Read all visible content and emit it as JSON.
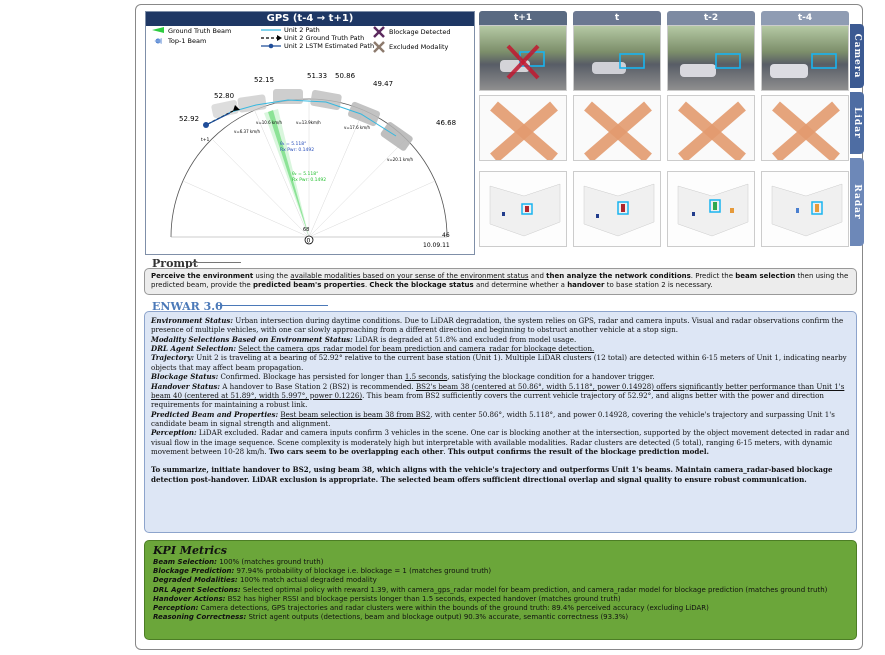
{
  "gps": {
    "title": "GPS (t-4 → t+1)",
    "legend": {
      "ground_truth_beam": "Ground Truth Beam",
      "top1_beam": "Top-1 Beam",
      "unit2_path": "Unit 2 Path",
      "unit2_gt_path": "Unit 2 Ground Truth Path",
      "unit2_lstm": "Unit 2 LSTM Estimated Path",
      "blockage_detected": "Blockage Detected",
      "excluded_modality": "Excluded Modality"
    },
    "beam_angles": [
      "52.92",
      "52.80",
      "52.15",
      "51.33",
      "50.86",
      "49.47",
      "46.68"
    ],
    "speeds": [
      "v=6.37 km/h",
      "v=10.6 km/h",
      "v=13.9km/h",
      "v=17.6 km/h",
      "v=20.1 km/h"
    ],
    "bs1_annotation": [
      "θ₁ = 5.118°",
      "Rx Pwr: 0.1492"
    ],
    "bs2_annotation": [
      "θ₂ = 5.118°",
      "Rx Pwr: 0.1492"
    ],
    "t1_label": "t+1",
    "center_label": "68",
    "bottom_right_label": "46",
    "bottom_right_label2": "10.09.11",
    "origin_label": "0"
  },
  "grid": {
    "columns": [
      "t+1",
      "t",
      "t-2",
      "t-4"
    ],
    "column_colors": [
      "#5a6a82",
      "#6b7891",
      "#7d8aa2",
      "#8f9cb3"
    ],
    "rows": [
      "Camera",
      "Lidar",
      "Radar"
    ]
  },
  "prompt": {
    "tag": "Prompt",
    "segments": [
      {
        "t": "Perceive the environment",
        "s": "b"
      },
      {
        "t": " using the ",
        "s": ""
      },
      {
        "t": "available modalities based on your sense of the environment status",
        "s": "u"
      },
      {
        "t": " and ",
        "s": ""
      },
      {
        "t": "then analyze the network conditions",
        "s": "b"
      },
      {
        "t": ". Predict the ",
        "s": ""
      },
      {
        "t": "beam selection",
        "s": "b"
      },
      {
        "t": " then using the predicted beam, provide the ",
        "s": ""
      },
      {
        "t": "predicted beam's properties",
        "s": "b"
      },
      {
        "t": ". ",
        "s": ""
      },
      {
        "t": "Check the blockage status",
        "s": "b"
      },
      {
        "t": " and determine whether a ",
        "s": ""
      },
      {
        "t": "handover",
        "s": "b"
      },
      {
        "t": " to base station 2 is necessary.",
        "s": ""
      }
    ]
  },
  "enwar": {
    "tag": "ENWAR 3.0",
    "paragraphs": [
      [
        {
          "t": "Environment Status:",
          "s": "lbl"
        },
        {
          "t": " Urban intersection during daytime conditions. Due to LiDAR degradation, the system relies on GPS, radar and camera inputs. Visual and radar observations confirm the presence of multiple vehicles, with one car slowly approaching from a different direction and beginning to obstruct another vehicle at a stop sign.",
          "s": ""
        }
      ],
      [
        {
          "t": "Modality Selections Based on Environment Status:",
          "s": "lbl"
        },
        {
          "t": " LiDAR is degraded at 51.8% and excluded from model usage.",
          "s": ""
        }
      ],
      [
        {
          "t": "DRL Agent Selection:",
          "s": "lbl"
        },
        {
          "t": " ",
          "s": ""
        },
        {
          "t": "Select the camera_gps_radar model for beam prediction and camera_radar for blockage detection.",
          "s": "u"
        }
      ],
      [
        {
          "t": "Trajectory:",
          "s": "lbl"
        },
        {
          "t": " Unit 2 is traveling at a bearing of 52.92° relative to the current base station (Unit 1). Multiple LiDAR clusters (12 total) are detected within 6-15 meters of Unit 1, indicating nearby objects that may affect beam propagation.",
          "s": ""
        }
      ],
      [
        {
          "t": "Blockage Status:",
          "s": "lbl"
        },
        {
          "t": " Confirmed. Blockage has persisted for longer than ",
          "s": ""
        },
        {
          "t": "1.5 seconds",
          "s": "u"
        },
        {
          "t": ", satisfying the blockage condition for a handover trigger.",
          "s": ""
        }
      ],
      [
        {
          "t": "Handover Status:",
          "s": "lbl"
        },
        {
          "t": " A handover to Base Station 2 (BS2) is recommended. ",
          "s": ""
        },
        {
          "t": "BS2's beam 38 (centered at 50.86°, width 5.118°, power 0.14928) offers significantly better performance than Unit 1's beam 40 (centered at 51.89°, width 5.997°, power 0.1226)",
          "s": "u"
        },
        {
          "t": ". This beam from BS2 sufficiently covers the current vehicle trajectory of 52.92°, and aligns better with the power and direction requirements for maintaining a robust link.",
          "s": ""
        }
      ],
      [
        {
          "t": "Predicted Beam and Properties:",
          "s": "lbl"
        },
        {
          "t": " ",
          "s": ""
        },
        {
          "t": "Best beam selection is beam 38 from BS2",
          "s": "u"
        },
        {
          "t": ", with center 50.86°, width 5.118°, and power 0.14928, covering the vehicle's trajectory and surpassing Unit 1's candidate beam in signal strength and alignment.",
          "s": ""
        }
      ],
      [
        {
          "t": "Perception:",
          "s": "lbl"
        },
        {
          "t": " LiDAR excluded. Radar and camera inputs confirm 3 vehicles in the scene. One car is blocking another at the intersection, supported by the object movement detected in radar and visual flow in the image sequence. Scene complexity is moderately high but interpretable with available modalities. Radar clusters are detected (5 total), ranging 6-15 meters, with dynamic movement between 10-28 km/h. ",
          "s": ""
        },
        {
          "t": "Two cars seem to be overlapping each other",
          "s": "b"
        },
        {
          "t": ". ",
          "s": ""
        },
        {
          "t": "This output confirms the result of the blockage prediction model.",
          "s": "b"
        }
      ]
    ],
    "summary": "To summarize, initiate handover to BS2, using beam 38, which aligns with the vehicle's trajectory and outperforms Unit 1's beams. Maintain camera_radar-based blockage detection post-handover. LiDAR exclusion is appropriate. The selected beam offers sufficient directional overlap and signal quality to ensure robust communication."
  },
  "kpi": {
    "title": "KPI Metrics",
    "items": [
      {
        "label": "Beam Selection:",
        "text": " 100% (matches ground truth)"
      },
      {
        "label": "Blockage Prediction:",
        "text": " 97.94% probability of blockage i.e. blockage = 1 (matches ground truth)"
      },
      {
        "label": "Degraded Modalities:",
        "text": " 100% match actual degraded modality"
      },
      {
        "label": "DRL Agent Selections:",
        "text": " Selected optimal policy with reward 1.39, with camera_gps_radar model for beam prediction, and camera_radar model for blockage prediction (matches ground truth)"
      },
      {
        "label": "Handover Actions:",
        "text": " BS2 has higher RSSI and blockage persists longer than 1.5 seconds, expected handover (matches ground truth)"
      },
      {
        "label": "Perception:",
        "text": " Camera detections, GPS trajectories and radar clusters were within the bounds of the ground truth: 89.4% perceived accuracy (excluding LiDAR)"
      },
      {
        "label": "Reasoning Correctness:",
        "text": " Strict agent outputs (detections, beam and blockage output) 90.3% accurate, semantic correctness (93.3%)"
      }
    ]
  }
}
